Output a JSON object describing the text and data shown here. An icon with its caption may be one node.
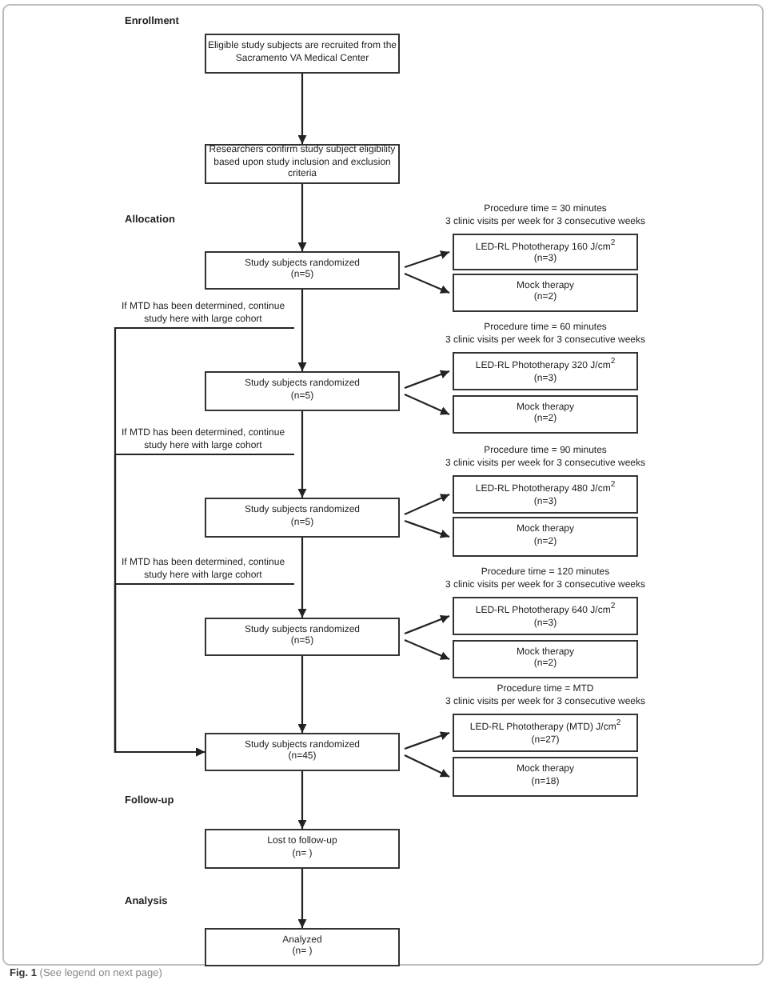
{
  "diagram": {
    "caption": "**Fig. 1** (See legend on next page)",
    "nodes": [
      {
        "text": [
          "Eligible study subjects are recruited from the Sacramento VA Medical Center"
        ]
      },
      {
        "text": [
          "Researchers confirm study subject eligibility based upon study inclusion and exclusion criteria"
        ]
      },
      {
        "text": [
          "Study subjects randomized",
          "(n=5)"
        ]
      },
      {
        "text": [
          "LED-RL Phototherapy 160 J/cm$^{2}$",
          "(n=3)"
        ],
        "beside": [
          "Procedure time = 30 minutes",
          "3 clinic visits per week for 3 consecutive weeks"
        ]
      },
      {
        "text": [
          "Mock therapy",
          "(n=2)"
        ]
      },
      {
        "text": [
          "If MTD has been determined, continue study here with large cohort"
        ]
      },
      {
        "text": [
          "Study subjects randomized",
          "(n=5)"
        ]
      },
      {
        "text": [
          "LED-RL Phototherapy 320 J/cm$^{2}$",
          "(n=3)"
        ],
        "beside": [
          "Procedure time = 60 minutes",
          "3 clinic visits per week for 3 consecutive weeks"
        ]
      },
      {
        "text": [
          "Mock therapy",
          "(n=2)"
        ]
      },
      {
        "text": [
          "If MTD has been determined, continue study here with large cohort"
        ]
      },
      {
        "text": [
          "Study subjects randomized",
          "(n=5)"
        ]
      },
      {
        "text": [
          "LED-RL Phototherapy 480 J/cm$^{2}$",
          "(n=3)"
        ],
        "beside": [
          "Procedure time = 90 minutes",
          "3 clinic visits per week for 3 consecutive weeks"
        ]
      },
      {
        "text": [
          "Mock therapy",
          "(n=2)"
        ]
      },
      {
        "text": [
          "If MTD has been determined, continue study here with large cohort"
        ]
      },
      {
        "text": [
          "Study subjects randomized",
          "(n=5)"
        ]
      },
      {
        "text": [
          "LED-RL Phototherapy 640 J/cm$^{2}$",
          "(n=3)"
        ],
        "beside": [
          "Procedure time = 120 minutes",
          "3 clinic visits per week for 3 consecutive weeks"
        ]
      },
      {
        "text": [
          "Mock therapy",
          "(n=2)"
        ]
      },
      {
        "text": [
          "Study subjects randomized",
          "(n=45)"
        ]
      },
      {
        "text": [
          "LED-RL Phototherapy (MTD) J/cm$^{2}$",
          "(n=27)"
        ],
        "beside": [
          "Procedure time = MTD",
          "3 clinic visits per week for 3 consecutive weeks"
        ]
      },
      {
        "text": [
          "Mock therapy",
          "(n=18)"
        ]
      },
      {
        "text": [
          "Lost to follow-up",
          "(n= )"
        ]
      },
      {
        "text": [
          "Analyzed",
          "(n= )"
        ]
      }
    ],
    "edges": [
      {
        "from": 0,
        "to": 1,
        "arrow": "to"
      },
      {
        "from": 1,
        "to": 2,
        "arrow": "to"
      },
      {
        "from": 2,
        "to": 3,
        "arrow": "to"
      },
      {
        "from": 2,
        "to": 4,
        "arrow": "to"
      },
      {
        "from": 2,
        "to": 6,
        "arrow": "to"
      },
      {
        "from": 6,
        "to": 7,
        "arrow": "to"
      },
      {
        "from": 6,
        "to": 8,
        "arrow": "to"
      },
      {
        "from": 6,
        "to": 10,
        "arrow": "to"
      },
      {
        "from": 10,
        "to": 11,
        "arrow": "to"
      },
      {
        "from": 10,
        "to": 12,
        "arrow": "to"
      },
      {
        "from": 10,
        "to": 14,
        "arrow": "to"
      },
      {
        "from": 14,
        "to": 15,
        "arrow": "to"
      },
      {
        "from": 14,
        "to": 16,
        "arrow": "to"
      },
      {
        "from": 14,
        "to": 17,
        "arrow": "to"
      },
      {
        "from": 5,
        "to": 17,
        "arrow": "to"
      },
      {
        "from": 9,
        "to": 17,
        "arrow": "to"
      },
      {
        "from": 13,
        "to": 17,
        "arrow": "to"
      },
      {
        "from": 17,
        "to": 18,
        "arrow": "to"
      },
      {
        "from": 17,
        "to": 19,
        "arrow": "to"
      },
      {
        "from": 17,
        "to": 20,
        "arrow": "to"
      },
      {
        "from": 20,
        "to": 21,
        "arrow": "to"
      }
    ],
    "labels": [
      "Enrollment",
      "Allocation",
      "Follow-up",
      "Analysis"
    ]
  }
}
